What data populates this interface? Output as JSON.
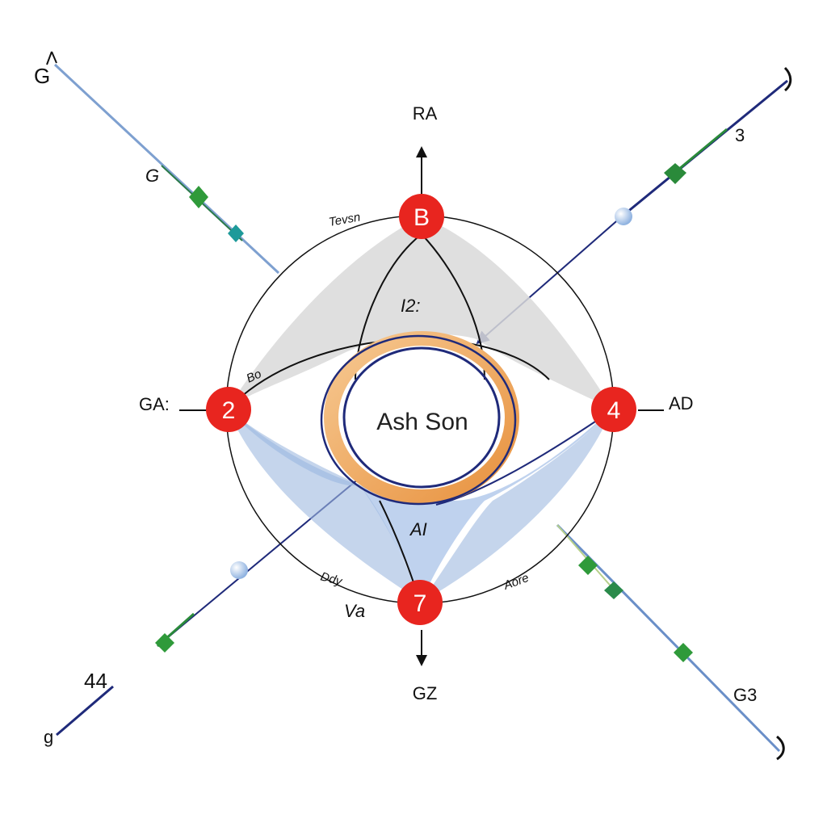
{
  "diagram": {
    "center_label": "Ash Son",
    "nodes": {
      "top": "B",
      "left": "2",
      "right": "4",
      "bottom": "7"
    },
    "axis_labels": {
      "top": "RA",
      "bottom": "GZ",
      "left": "GA:",
      "right": "AD"
    },
    "ring_labels": {
      "top_left": "Tevsn",
      "bottom_left": "Ddy",
      "bottom_right": "Aore",
      "inner_left": "Bo"
    },
    "inner_labels": {
      "upper": "I2:",
      "lower": "AI"
    },
    "corner_labels": {
      "top_left": "G",
      "top_left_mid": "G",
      "top_right": "3",
      "bottom_left_a": "44",
      "bottom_left_b": "g",
      "bottom_right": "G3",
      "bottom_left_near": "Va"
    },
    "colors": {
      "node": "#e8251f",
      "ring": "#1f2a7a",
      "orange": "#efa45a",
      "diag_blue": "#6a8fc8",
      "diag_green": "#2a8a3a",
      "marker_green": "#2f9a3a",
      "marker_teal": "#1e9a9a",
      "fill_gray": "#d0d0d0",
      "fill_blue": "#a9c3e8"
    }
  }
}
